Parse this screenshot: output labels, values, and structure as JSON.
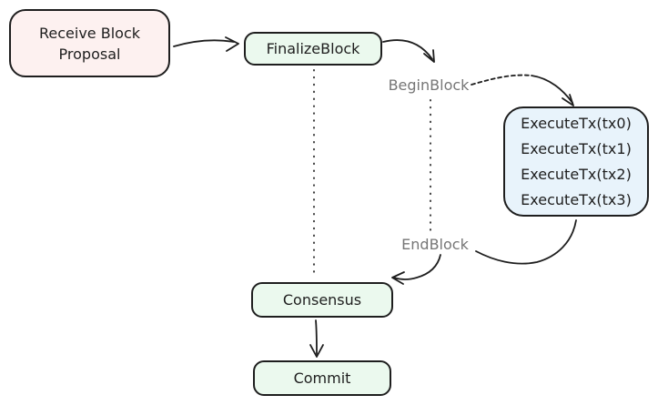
{
  "diagram": {
    "background": "#ffffff",
    "stroke_color": "#1e1e1e",
    "label_color": "#767676",
    "nodes": {
      "receive": {
        "label": "Receive Block\nProposal",
        "fill": "#fdf1f0"
      },
      "finalize": {
        "label": "FinalizeBlock",
        "fill": "#ebf9ee"
      },
      "execute": {
        "fill": "#e8f3fb",
        "lines": [
          "ExecuteTx(tx0)",
          "ExecuteTx(tx1)",
          "ExecuteTx(tx2)",
          "ExecuteTx(tx3)"
        ]
      },
      "consensus": {
        "label": "Consensus",
        "fill": "#ebf9ee"
      },
      "commit": {
        "label": "Commit",
        "fill": "#ebf9ee"
      }
    },
    "labels": {
      "begin_block": "BeginBlock",
      "end_block": "EndBlock"
    },
    "edges": [
      "receive-block-proposal -> finalize-block",
      "finalize-block -> begin-block",
      "begin-block -> execute-tx (dashed)",
      "execute-tx -> end-block",
      "end-block -> consensus",
      "consensus -> commit",
      "finalize-block .. consensus (dotted)",
      "begin-block .. end-block (dotted)"
    ]
  }
}
